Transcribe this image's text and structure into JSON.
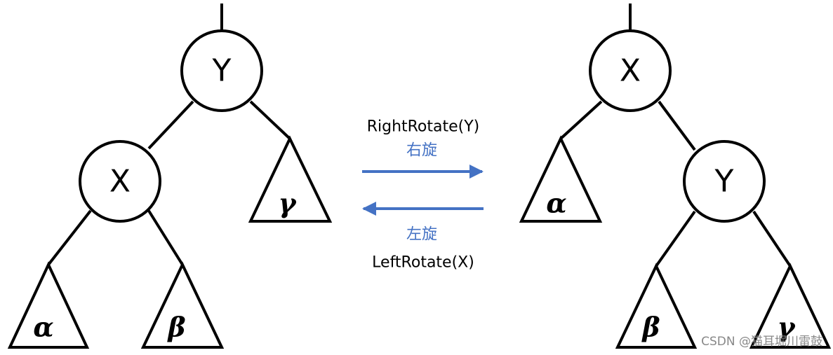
{
  "colors": {
    "arrow": "#4472c4",
    "annotation_cn": "#4472c4",
    "stroke": "#000000"
  },
  "left_tree": {
    "root": "Y",
    "child": "X",
    "subtrees": {
      "alpha": "α",
      "beta": "β",
      "gamma": "γ"
    }
  },
  "right_tree": {
    "root": "X",
    "child": "Y",
    "subtrees": {
      "alpha": "α",
      "beta": "β",
      "gamma": "γ"
    }
  },
  "operations": {
    "right": {
      "label": "RightRotate(Y)",
      "label_cn": "右旋",
      "direction": "left-to-right"
    },
    "left": {
      "label": "LeftRotate(X)",
      "label_cn": "左旋",
      "direction": "right-to-left"
    }
  },
  "watermark": "CSDN @猫耳堀川雷鼓"
}
